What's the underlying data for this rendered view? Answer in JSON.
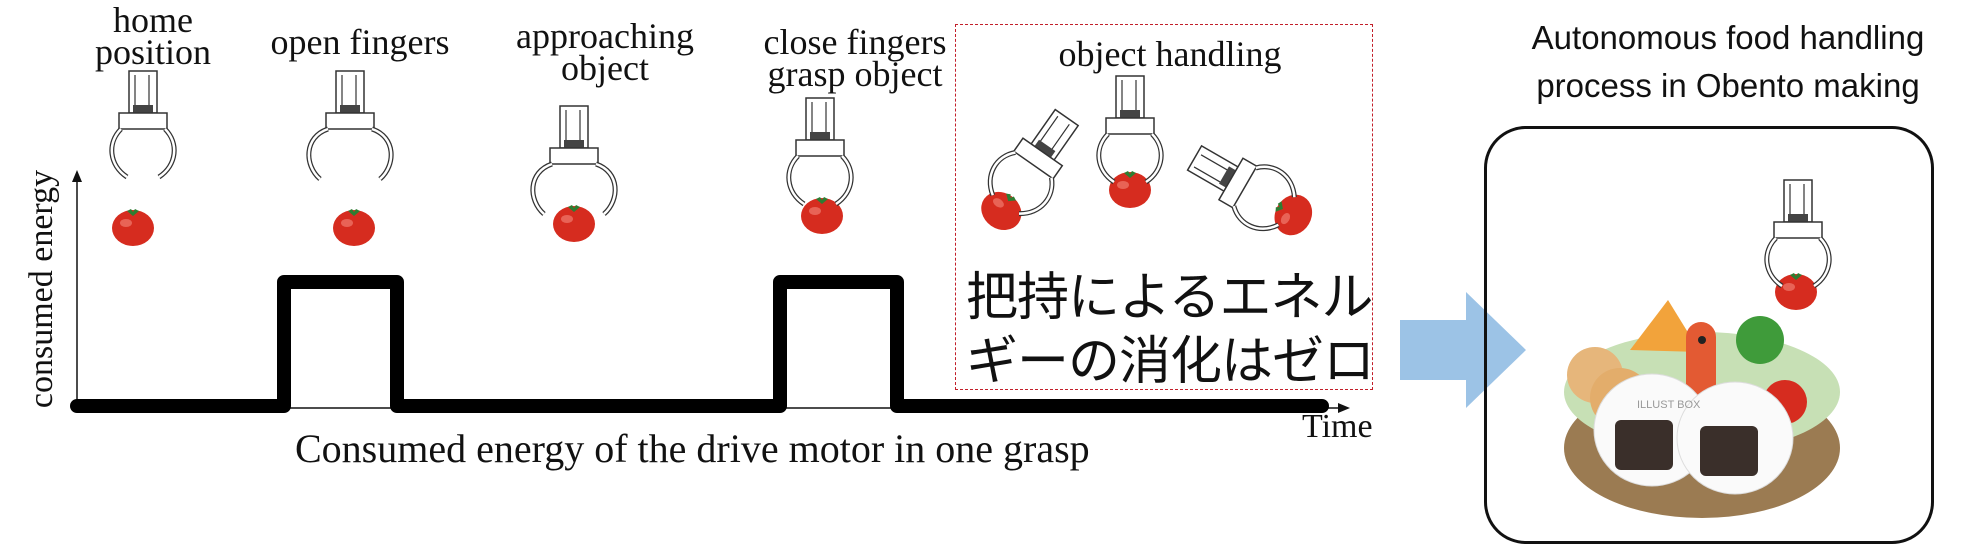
{
  "stages": [
    {
      "label": "home\nposition"
    },
    {
      "label": "open fingers"
    },
    {
      "label": "approaching\nobject"
    },
    {
      "label": "close fingers\ngrasp object"
    },
    {
      "label": "object handling"
    }
  ],
  "axis": {
    "y_label": "consumed energy",
    "x_label": "Time"
  },
  "caption": "Consumed energy of the drive motor in one grasp",
  "handling_note": "把持によるエネル\nギーの消化はゼロ",
  "right_panel": {
    "title": "Autonomous food handling\nprocess in Obento making",
    "watermark": "ILLUST BOX"
  },
  "colors": {
    "dashed_box": "#c21f2a",
    "arrow": "#9cc3e6",
    "tomato": "#d62c1f"
  }
}
